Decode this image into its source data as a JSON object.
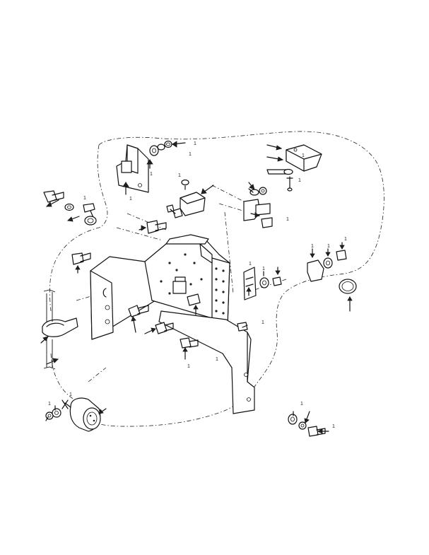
{
  "figure": {
    "callouts": [
      {
        "id": "c1",
        "text": "1"
      },
      {
        "id": "c2",
        "text": "1"
      },
      {
        "id": "c3",
        "text": "1"
      },
      {
        "id": "c4",
        "text": "1"
      },
      {
        "id": "c5",
        "text": "1"
      },
      {
        "id": "c6",
        "text": "1"
      },
      {
        "id": "c7",
        "text": "1"
      },
      {
        "id": "c8",
        "text": "1"
      },
      {
        "id": "c9",
        "text": "1"
      },
      {
        "id": "c10",
        "text": "1"
      },
      {
        "id": "c11",
        "text": "1"
      },
      {
        "id": "c12",
        "text": "1"
      },
      {
        "id": "c13",
        "text": "1"
      },
      {
        "id": "c14",
        "text": "1"
      },
      {
        "id": "c15",
        "text": "1"
      },
      {
        "id": "c16",
        "text": "1"
      },
      {
        "id": "c17",
        "text": "1"
      },
      {
        "id": "c18",
        "text": "1"
      },
      {
        "id": "c19",
        "text": "1"
      },
      {
        "id": "c20",
        "text": "1"
      },
      {
        "id": "c21",
        "text": "1"
      }
    ]
  },
  "colors": {
    "line": "#111111",
    "background": "#ffffff"
  }
}
